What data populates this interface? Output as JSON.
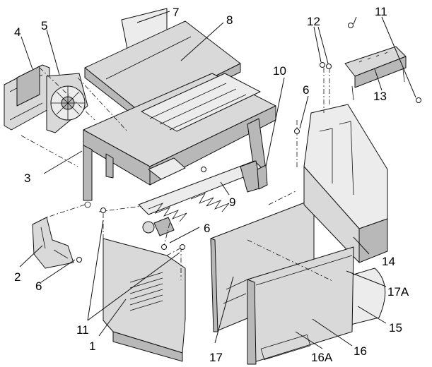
{
  "callouts": {
    "c1": "1",
    "c2": "2",
    "c3": "3",
    "c4": "4",
    "c5": "5",
    "c6a": "6",
    "c6b": "6",
    "c6c": "6",
    "c7": "7",
    "c8": "8",
    "c9": "9",
    "c10": "10",
    "c11a": "11",
    "c11b": "11",
    "c12": "12",
    "c13": "13",
    "c14": "14",
    "c15": "15",
    "c16": "16",
    "c16a": "16A",
    "c17": "17",
    "c17a": "17A"
  }
}
